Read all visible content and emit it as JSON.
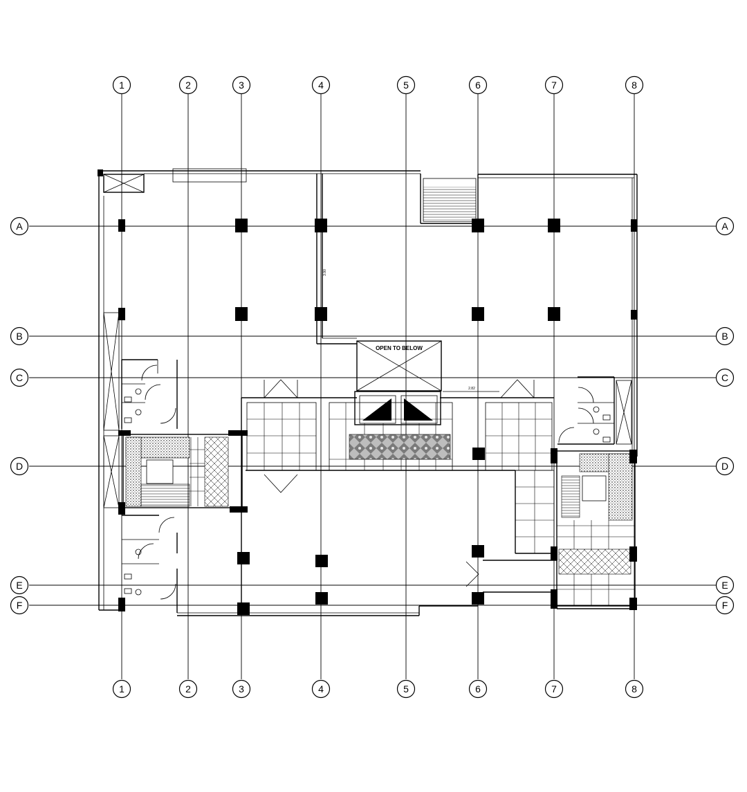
{
  "grid": {
    "columns": [
      "1",
      "2",
      "3",
      "4",
      "5",
      "6",
      "7",
      "8"
    ],
    "rows": [
      "A",
      "B",
      "C",
      "D",
      "E",
      "F"
    ]
  },
  "annotations": {
    "open_to_below": "OPEN TO BELOW",
    "dim_vertical": "3.90",
    "dim_horizontal": "2.82"
  },
  "colors": {
    "line": "#000000",
    "background": "#ffffff",
    "pattern_gray": "#9a9a9a"
  }
}
